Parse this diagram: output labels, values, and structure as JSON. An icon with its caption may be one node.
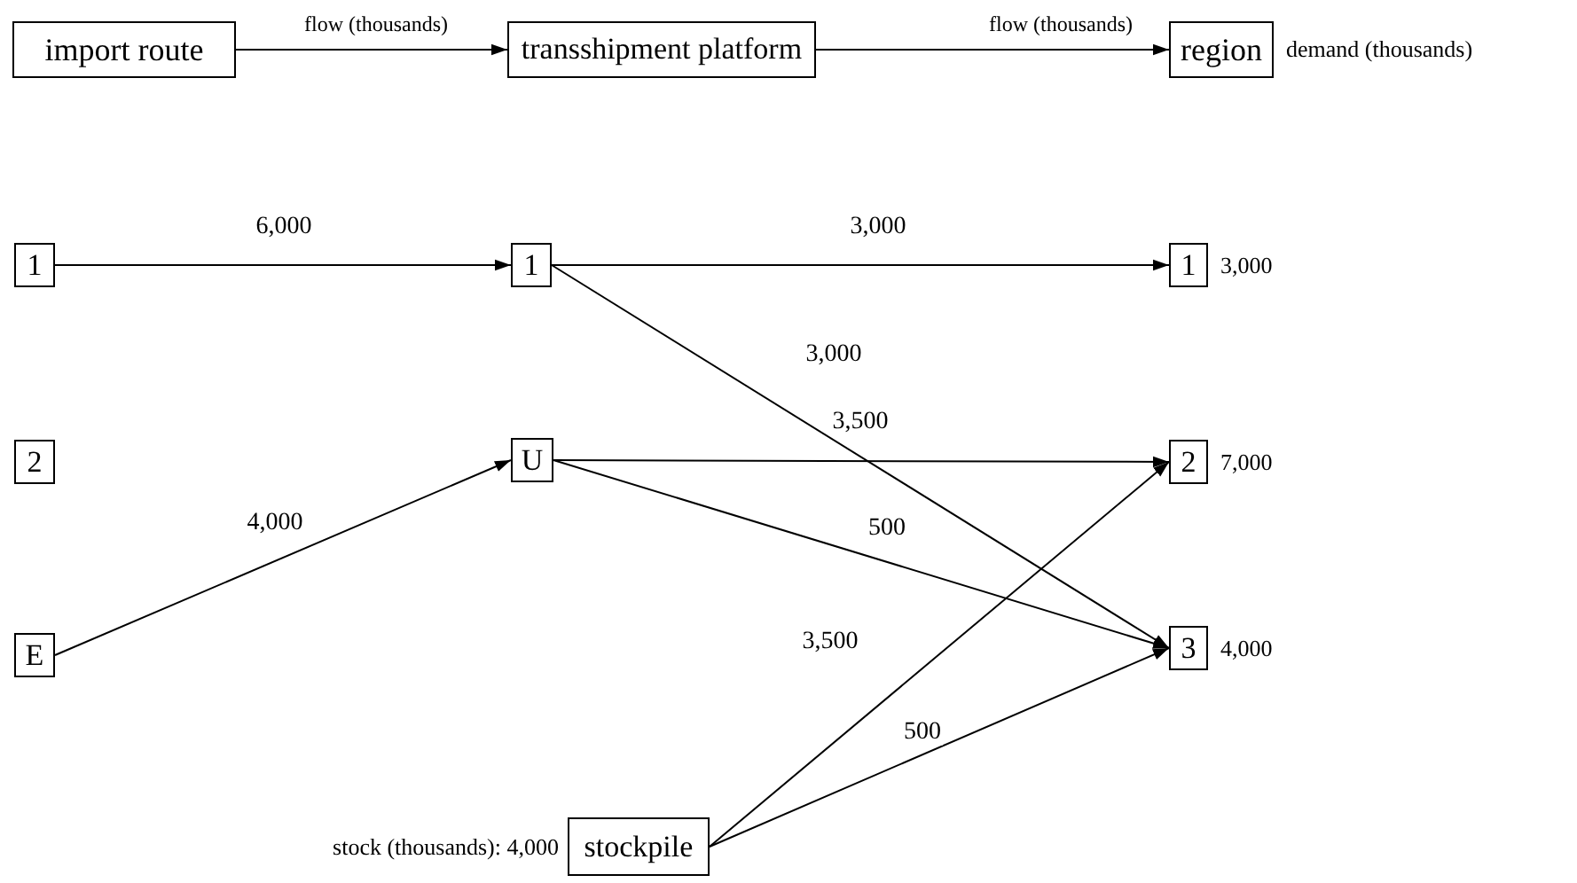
{
  "diagram": {
    "nodes": [
      {
        "text": [
          "import route"
        ]
      },
      {
        "text": [
          "transshipment platform"
        ]
      },
      {
        "text": [
          "region"
        ],
        "beside": [
          "demand (thousands)"
        ]
      },
      {
        "text": [
          "1"
        ]
      },
      {
        "text": [
          "1"
        ]
      },
      {
        "text": [
          "1"
        ],
        "beside": [
          "3,000"
        ]
      },
      {
        "text": [
          "2"
        ]
      },
      {
        "text": [
          "U"
        ]
      },
      {
        "text": [
          "2"
        ],
        "beside": [
          "7,000"
        ]
      },
      {
        "text": [
          "E"
        ]
      },
      {
        "text": [
          "3"
        ],
        "beside": [
          "4,000"
        ]
      },
      {
        "text": [
          "stockpile"
        ],
        "beside": [
          "stock (thousands): 4,000"
        ]
      }
    ],
    "edges": [
      {
        "from": 0,
        "to": 1,
        "arrow": "to",
        "label": "flow (thousands)"
      },
      {
        "from": 1,
        "to": 2,
        "arrow": "to",
        "label": "flow (thousands)"
      },
      {
        "from": 3,
        "to": 4,
        "arrow": "to",
        "label": "6,000"
      },
      {
        "from": 4,
        "to": 5,
        "arrow": "to",
        "label": "3,000"
      },
      {
        "from": 4,
        "to": 10,
        "arrow": "to",
        "label": "3,000"
      },
      {
        "from": 9,
        "to": 7,
        "arrow": "to",
        "label": "4,000"
      },
      {
        "from": 7,
        "to": 8,
        "arrow": "to",
        "label": "3,500"
      },
      {
        "from": 7,
        "to": 10,
        "arrow": "to",
        "label": "500"
      },
      {
        "from": 11,
        "to": 8,
        "arrow": "to",
        "label": "3,500"
      },
      {
        "from": 11,
        "to": 10,
        "arrow": "to",
        "label": "500"
      }
    ]
  }
}
